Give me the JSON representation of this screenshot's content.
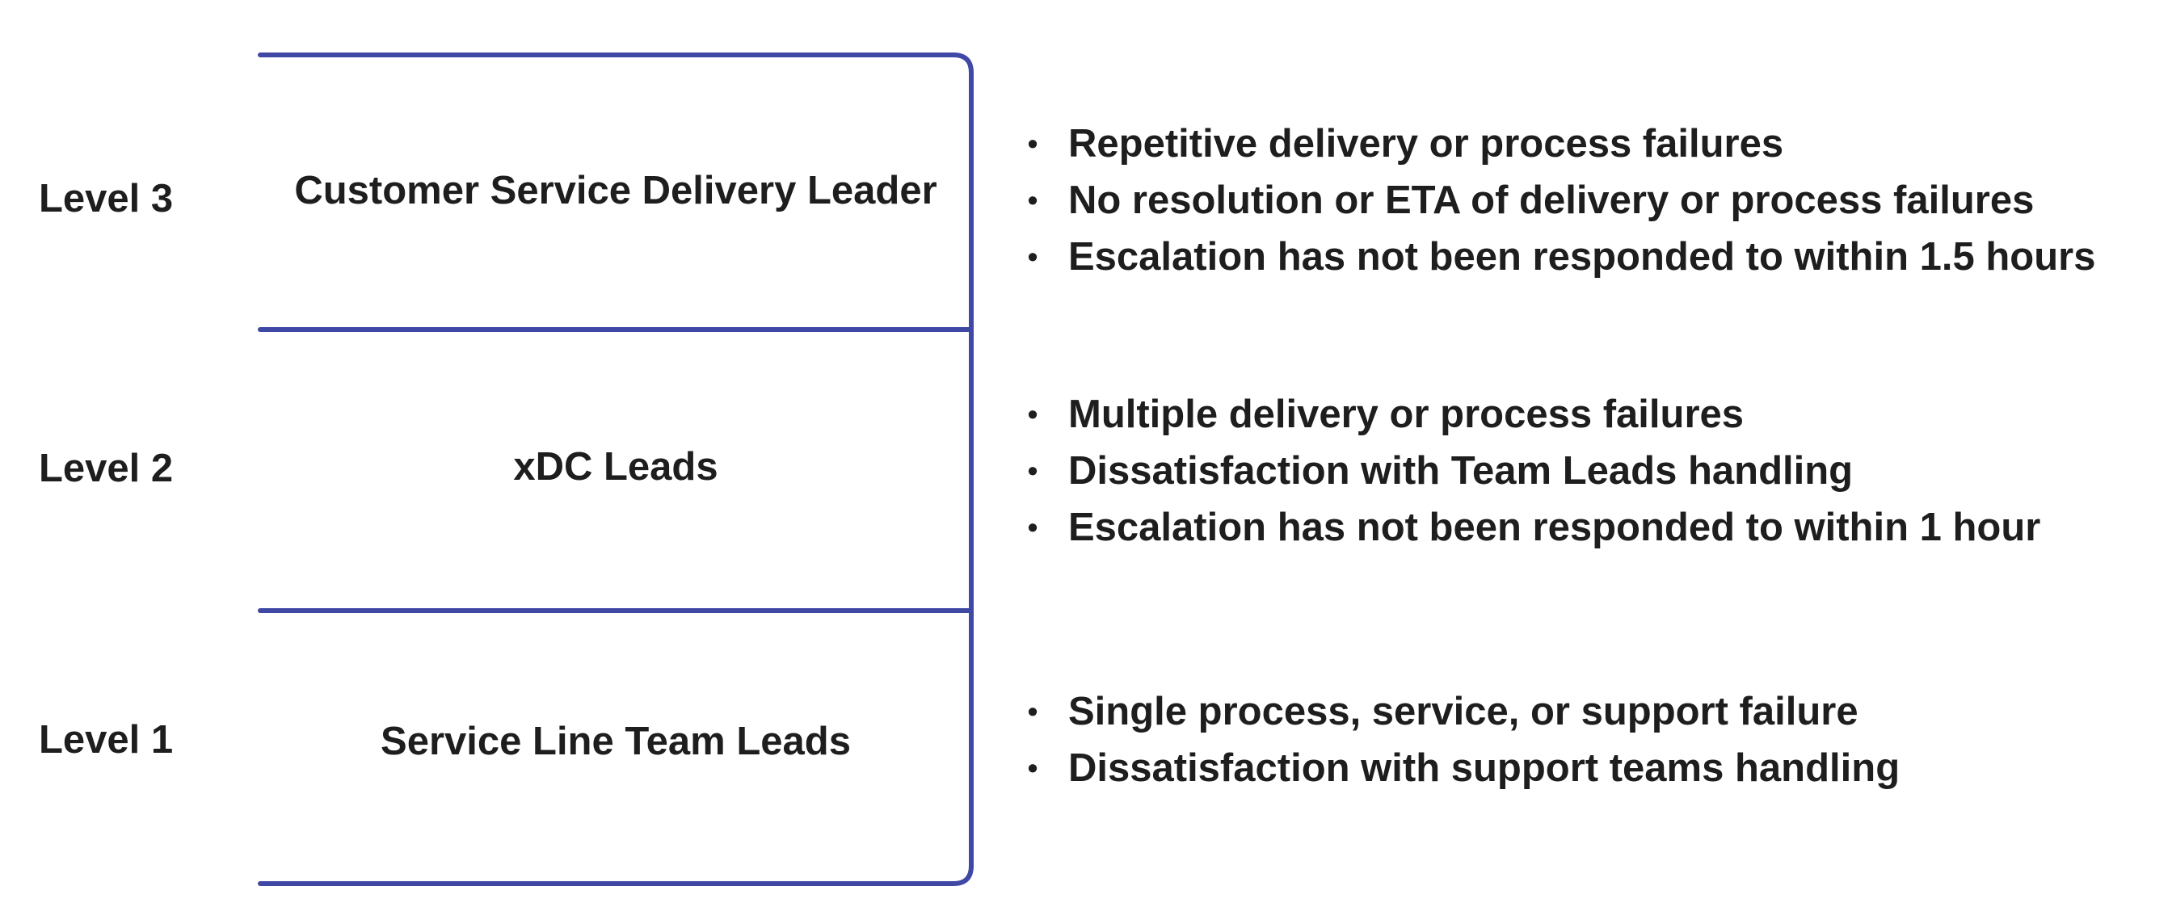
{
  "levels": [
    {
      "level_label": "Level 3",
      "role": "Customer Service Delivery Leader",
      "criteria": [
        "Repetitive delivery or process failures",
        "No resolution or ETA of delivery or process failures",
        "Escalation has not been responded to within 1.5 hours"
      ]
    },
    {
      "level_label": "Level 2",
      "role": "xDC Leads",
      "criteria": [
        "Multiple delivery or process failures",
        "Dissatisfaction with Team Leads handling",
        "Escalation has not been responded to within 1 hour"
      ]
    },
    {
      "level_label": "Level 1",
      "role": "Service Line Team Leads",
      "criteria": [
        "Single process, service, or support failure",
        "Dissatisfaction with support teams handling"
      ]
    }
  ],
  "bullet_char": "•",
  "colors": {
    "frame_line": "#3f48a5",
    "text": "#1e1e1e"
  }
}
